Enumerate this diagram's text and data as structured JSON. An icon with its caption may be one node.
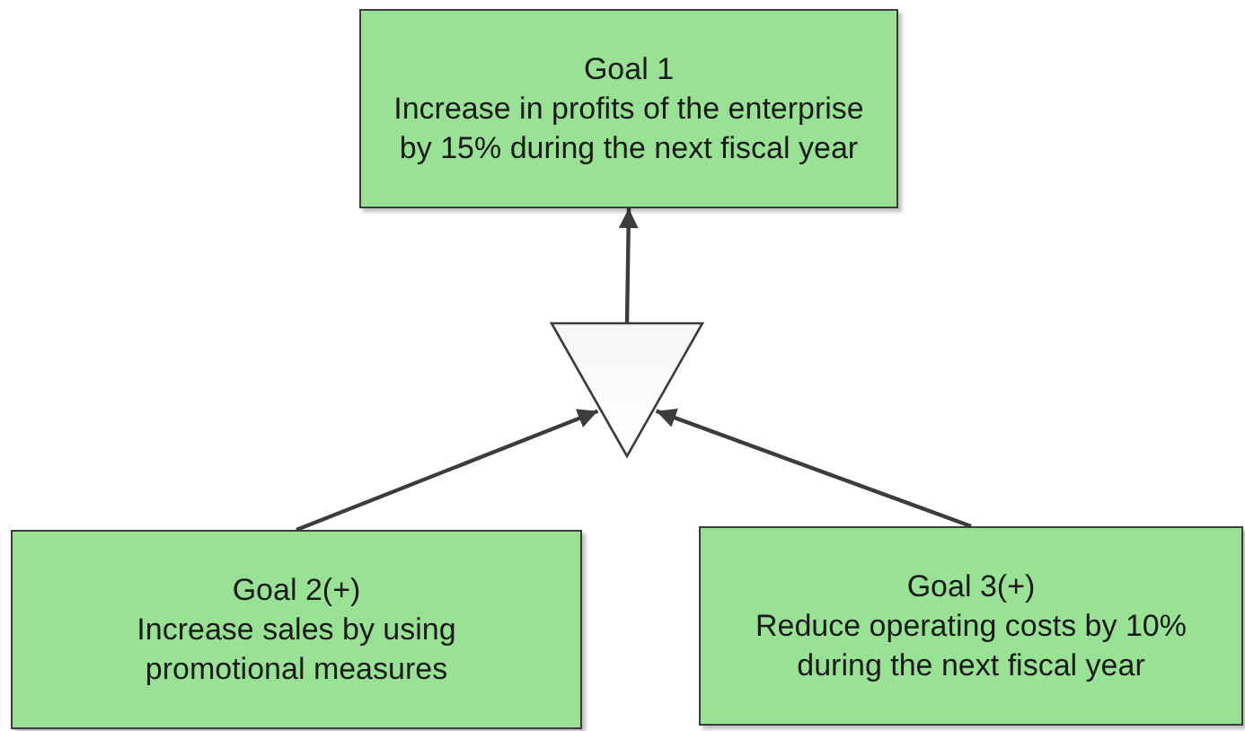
{
  "diagram": {
    "nodes": [
      {
        "text": [
          "Goal 1",
          "Increase in profits of the enterprise by 15% during the next fiscal year"
        ]
      },
      {
        "text": [],
        "shape": "triangle"
      },
      {
        "text": [
          "Goal 2(+)",
          "Increase sales by using promotional measures"
        ]
      },
      {
        "text": [
          "Goal 3(+)",
          "Reduce operating costs by 10% during the next fiscal year"
        ]
      }
    ],
    "edges": [
      {
        "from": 1,
        "to": 0,
        "arrow": "to"
      },
      {
        "from": 2,
        "to": 1,
        "arrow": "to"
      },
      {
        "from": 3,
        "to": 1,
        "arrow": "to"
      }
    ]
  }
}
